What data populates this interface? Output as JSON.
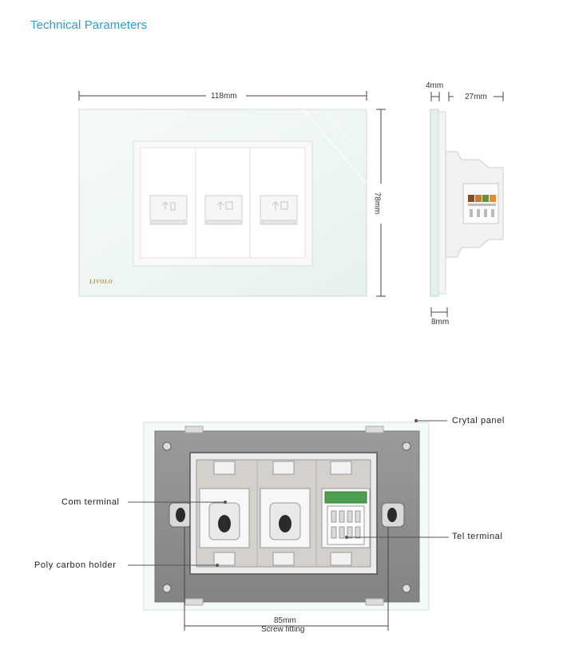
{
  "heading": "Technical Parameters",
  "front_view": {
    "width_label": "118mm",
    "height_label": "78mm",
    "brand": "LIVOLO"
  },
  "side_view": {
    "glass_label": "4mm",
    "depth_label": "27mm",
    "frame_label": "8mm"
  },
  "back_view": {
    "callouts": {
      "crystal_panel": "Crytal panel",
      "com_terminal": "Com terminal",
      "tel_terminal": "Tel terminal",
      "poly_holder": "Poly carbon holder"
    },
    "screw_label": "85mm",
    "screw_caption": "Screw fitting"
  },
  "colors": {
    "heading": "#2a9fd6",
    "glass": "#eef6f3",
    "back_plate": "#8e8e8e"
  }
}
